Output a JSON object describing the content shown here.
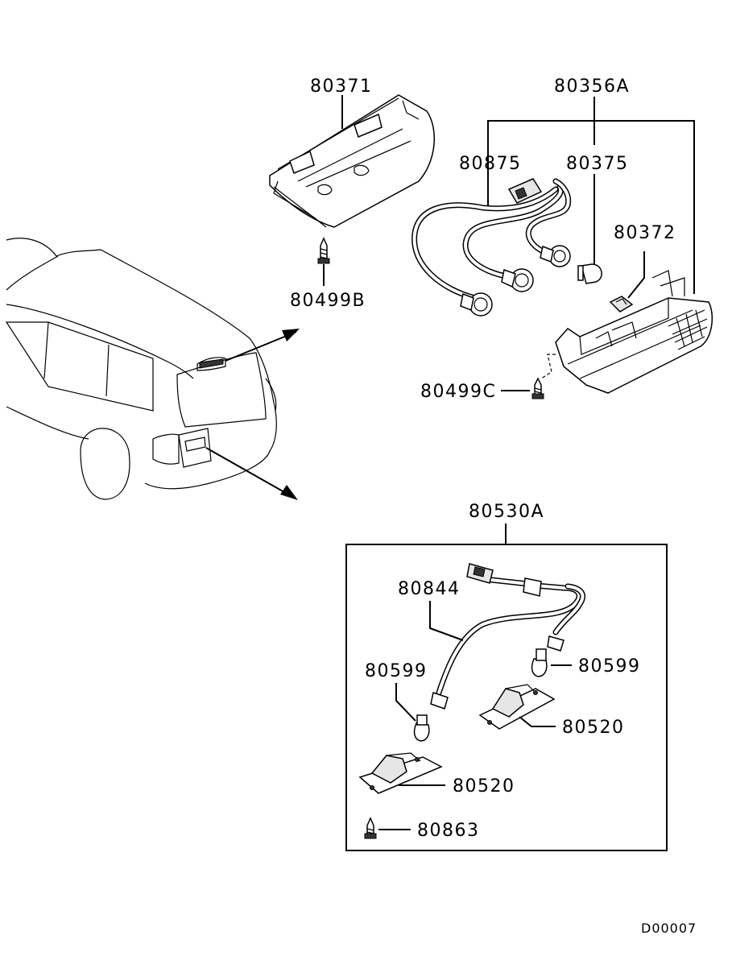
{
  "labels": {
    "p80371": "80371",
    "p80356A": "80356A",
    "p80875": "80875",
    "p80375": "80375",
    "p80372": "80372",
    "p80499B": "80499B",
    "p80499C": "80499C",
    "p80530A": "80530A",
    "p80844": "80844",
    "p80599_left": "80599",
    "p80599_right": "80599",
    "p80520_upper": "80520",
    "p80520_lower": "80520",
    "p80863": "80863"
  },
  "diagram_code": "D00007"
}
